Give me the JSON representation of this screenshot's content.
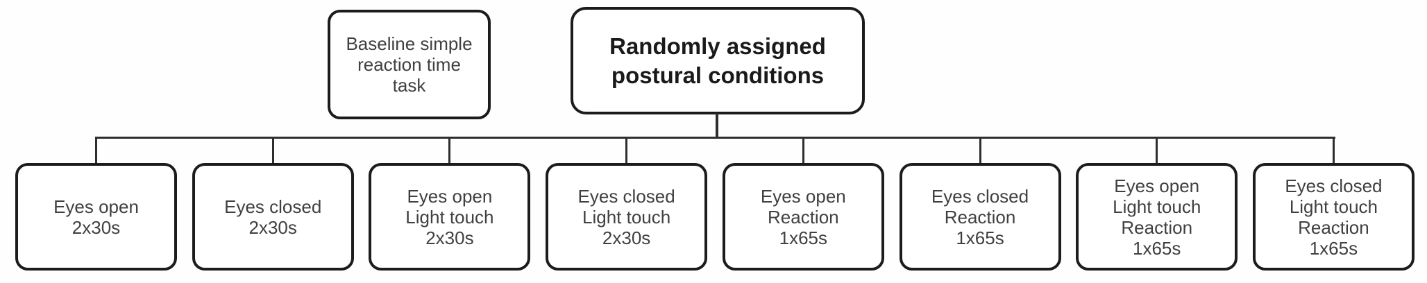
{
  "figure": {
    "type": "flowchart",
    "background_color": "#fefefe",
    "box_fill_color": "#ffffff",
    "box_border_color": "#1c1c1c",
    "connector_color": "#2e2e2e",
    "body_text_color": "#404040",
    "root_text_color": "#1a1a1a"
  },
  "baseline_box": {
    "label": "Baseline simple\nreaction time\ntask"
  },
  "root_box": {
    "label": "Randomly assigned\npostural conditions"
  },
  "conditions": [
    {
      "label": "Eyes open\n2x30s"
    },
    {
      "label": "Eyes closed\n2x30s"
    },
    {
      "label": "Eyes open\nLight touch\n2x30s"
    },
    {
      "label": "Eyes closed\nLight touch\n2x30s"
    },
    {
      "label": "Eyes open\nReaction\n1x65s"
    },
    {
      "label": "Eyes closed\nReaction\n1x65s"
    },
    {
      "label": "Eyes open\nLight touch\nReaction\n1x65s"
    },
    {
      "label": "Eyes closed\nLight touch\nReaction\n1x65s"
    }
  ]
}
